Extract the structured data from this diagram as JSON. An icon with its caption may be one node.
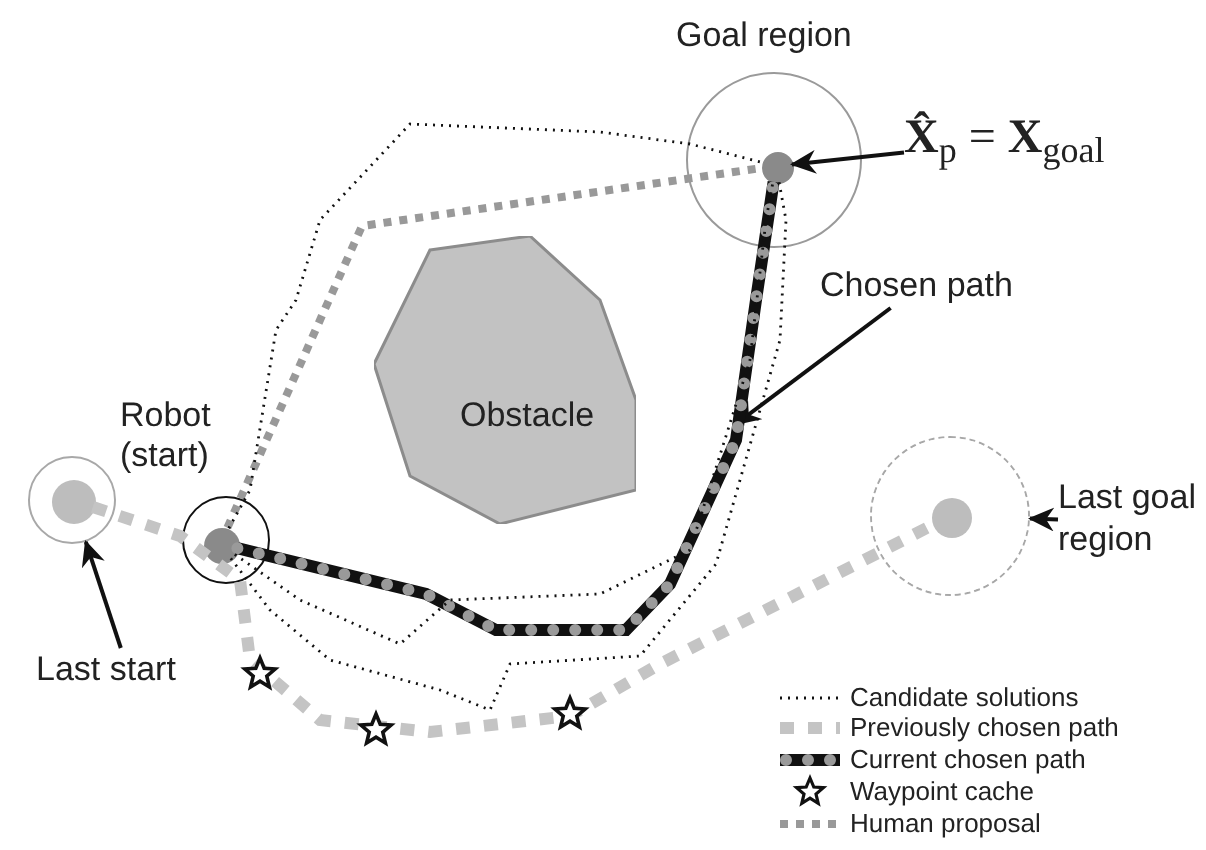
{
  "diagram": {
    "nodes": [
      {
        "text": [
          "Goal region"
        ]
      },
      {
        "text": [],
        "shape": "circle",
        "in": 0
      },
      {
        "text": [
          "**X̂**$_{p}$ = **X**$_{goal}$"
        ]
      },
      {
        "text": [
          "Robot (start)"
        ]
      },
      {
        "text": [],
        "shape": "circle",
        "in": 3
      },
      {
        "text": [
          "Obstacle"
        ]
      },
      {
        "text": [
          "Chosen path"
        ]
      },
      {
        "text": [],
        "shape": "circle"
      },
      {
        "text": [],
        "shape": "circle",
        "in": 7
      },
      {
        "text": [],
        "shape": "circle"
      },
      {
        "text": [],
        "shape": "circle",
        "in": 9
      },
      {
        "text": [
          "Last goal region"
        ]
      },
      {
        "text": [
          "Last start"
        ]
      }
    ],
    "edges": [
      {
        "from": 2,
        "to": 1,
        "arrow": "to"
      },
      {
        "from": 6,
        "to": null,
        "arrow": "to"
      },
      {
        "from": 11,
        "to": 9,
        "arrow": "to"
      },
      {
        "from": 12,
        "to": 7,
        "arrow": "to"
      },
      {
        "from": 4,
        "to": 1,
        "arrow": "none",
        "style": "thick"
      },
      {
        "from": 4,
        "to": 1,
        "arrow": "none",
        "style": "dashed",
        "color": "#999999"
      },
      {
        "from": 8,
        "to": 10,
        "arrow": "none",
        "style": "dashed",
        "color": "#c4c4c4"
      },
      {
        "from": 4,
        "to": 1,
        "arrow": "none",
        "style": "dashed"
      },
      {
        "from": 4,
        "to": 1,
        "arrow": "none",
        "style": "dashed"
      },
      {
        "from": 4,
        "to": 1,
        "arrow": "none",
        "style": "dashed"
      }
    ],
    "legend": [
      {
        "text": "Candidate solutions"
      },
      {
        "text": "Previously chosen path"
      },
      {
        "text": "Current chosen path"
      },
      {
        "text": "Waypoint cache"
      },
      {
        "text": "Human proposal"
      }
    ]
  }
}
